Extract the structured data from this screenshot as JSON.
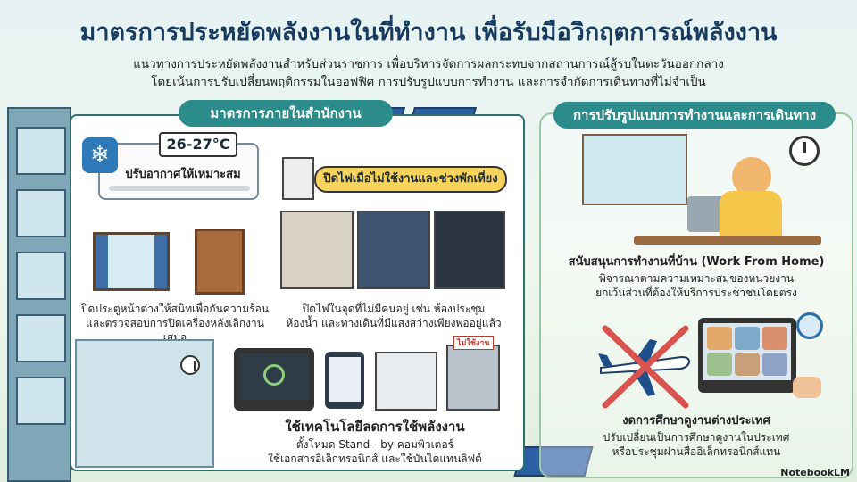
{
  "title": "มาตรการประหยัดพลังงานในที่ทำงาน เพื่อรับมือวิกฤตการณ์พลังงาน",
  "subtitle_line1": "แนวทางการประหยัดพลังงานสำหรับส่วนราชการ เพื่อบริหารจัดการผลกระทบจากสถานการณ์สู้รบในตะวันออกกลาง",
  "subtitle_line2": "โดยเน้นการปรับเปลี่ยนพฤติกรรมในออฟฟิศ การปรับรูปแบบการทำงาน และการจำกัดการเดินทางที่ไม่จำเป็น",
  "left_section": {
    "header": "มาตรการภายในสำนักงาน",
    "ac": {
      "temperature": "26-27°C",
      "label": "ปรับอากาศให้เหมาะสม"
    },
    "door_caption_line1": "ปิดประตูหน้าต่างให้สนิทเพื่อกันความร้อน",
    "door_caption_line2": "และตรวจสอบการปิดเครื่องหลังเลิกงานเสมอ",
    "lights_tag": "ปิดไฟเมื่อไม่ใช้งานและช่วงพักเที่ยง",
    "lights_caption_line1": "ปิดไฟในจุดที่ไม่มีคนอยู่ เช่น ห้องประชุม",
    "lights_caption_line2": "ห้องน้ำ และทางเดินที่มีแสงสว่างเพียงพออยู่แล้ว",
    "tech_title": "ใช้เทคโนโลยีลดการใช้พลังงาน",
    "tech_caption_line1": "ตั้งโหมด Stand - by คอมพิวเตอร์",
    "tech_caption_line2": "ใช้เอกสารอิเล็กทรอนิกส์ และใช้บันไดแทนลิฟต์",
    "elevator_sign": "ไม่ใช้งาน"
  },
  "right_section": {
    "header": "การปรับรูปแบบการทำงานและการเดินทาง",
    "wfh_title": "สนับสนุนการทำงานที่บ้าน (Work From Home)",
    "wfh_caption_line1": "พิจารณาตามความเหมาะสมของหน่วยงาน",
    "wfh_caption_line2": "ยกเว้นส่วนที่ต้องให้บริการประชาชนโดยตรง",
    "travel_title": "งดการศึกษาดูงานต่างประเทศ",
    "travel_caption_line1": "ปรับเปลี่ยนเป็นการศึกษาดูงานในประเทศ",
    "travel_caption_line2": "หรือประชุมผ่านสื่ออิเล็กทรอนิกส์แทน"
  },
  "watermark": "NotebookLM",
  "colors": {
    "title": "#173a5e",
    "header_bg": "#2c8c8c",
    "tag_yellow": "#f6d35a",
    "cross_red": "#d9534f"
  }
}
